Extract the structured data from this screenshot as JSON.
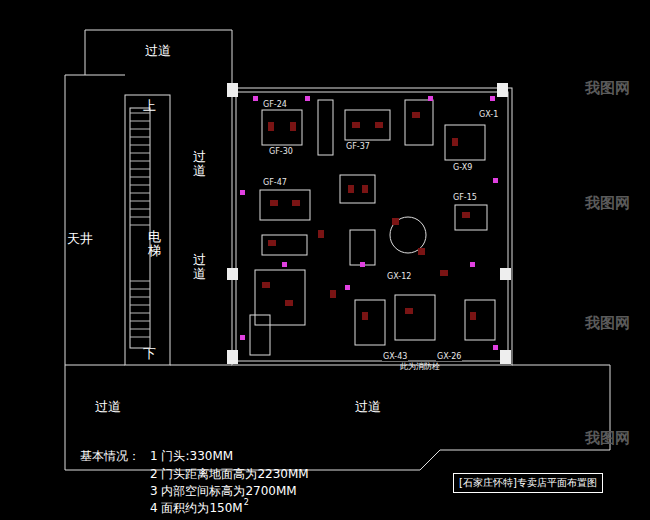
{
  "diagram": {
    "nodes": [
      {
        "text": [
          "[石家庄怀特]专卖店平面布置图"
        ]
      }
    ],
    "labels": [
      "过道",
      "过道",
      "过道",
      "天井",
      "电梯",
      "上",
      "下",
      "过道",
      "过道",
      "此为消防栓",
      "基本情况：",
      "1 门头:330MM",
      "2 门头距离地面高为2230MM",
      "3 内部空间标高为2700MM",
      "4 面积约为150M",
      "2",
      "GF-24",
      "GF-30",
      "GF-37",
      "GF-47",
      "GF-15",
      "GX-12",
      "GX-43",
      "GX-26",
      "GX-1",
      "G-X9",
      "我图网",
      "我图网",
      "我图网",
      "我图网"
    ]
  }
}
